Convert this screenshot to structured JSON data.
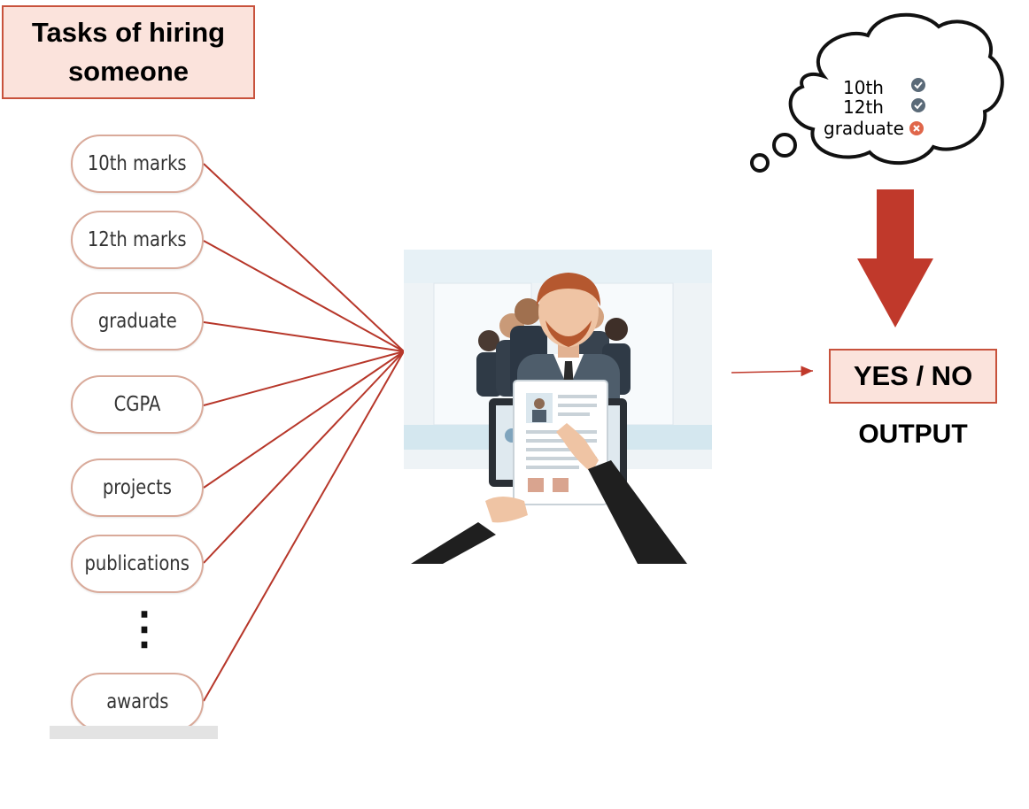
{
  "title": "Tasks of hiring someone",
  "inputs": [
    "10th marks",
    "12th marks",
    "graduate",
    "CGPA",
    "projects",
    "publications",
    "awards"
  ],
  "ellipsis": "⋮",
  "thought": {
    "items": [
      {
        "label": "10th",
        "status": "check"
      },
      {
        "label": "12th",
        "status": "check"
      },
      {
        "label": "graduate",
        "status": "cross"
      }
    ]
  },
  "result": {
    "label": "YES / NO",
    "caption": "OUTPUT"
  },
  "colors": {
    "accent_line": "#b7372a",
    "box_fill": "#fbe3dc",
    "box_border": "#c8523c",
    "arrow": "#c0392b"
  }
}
